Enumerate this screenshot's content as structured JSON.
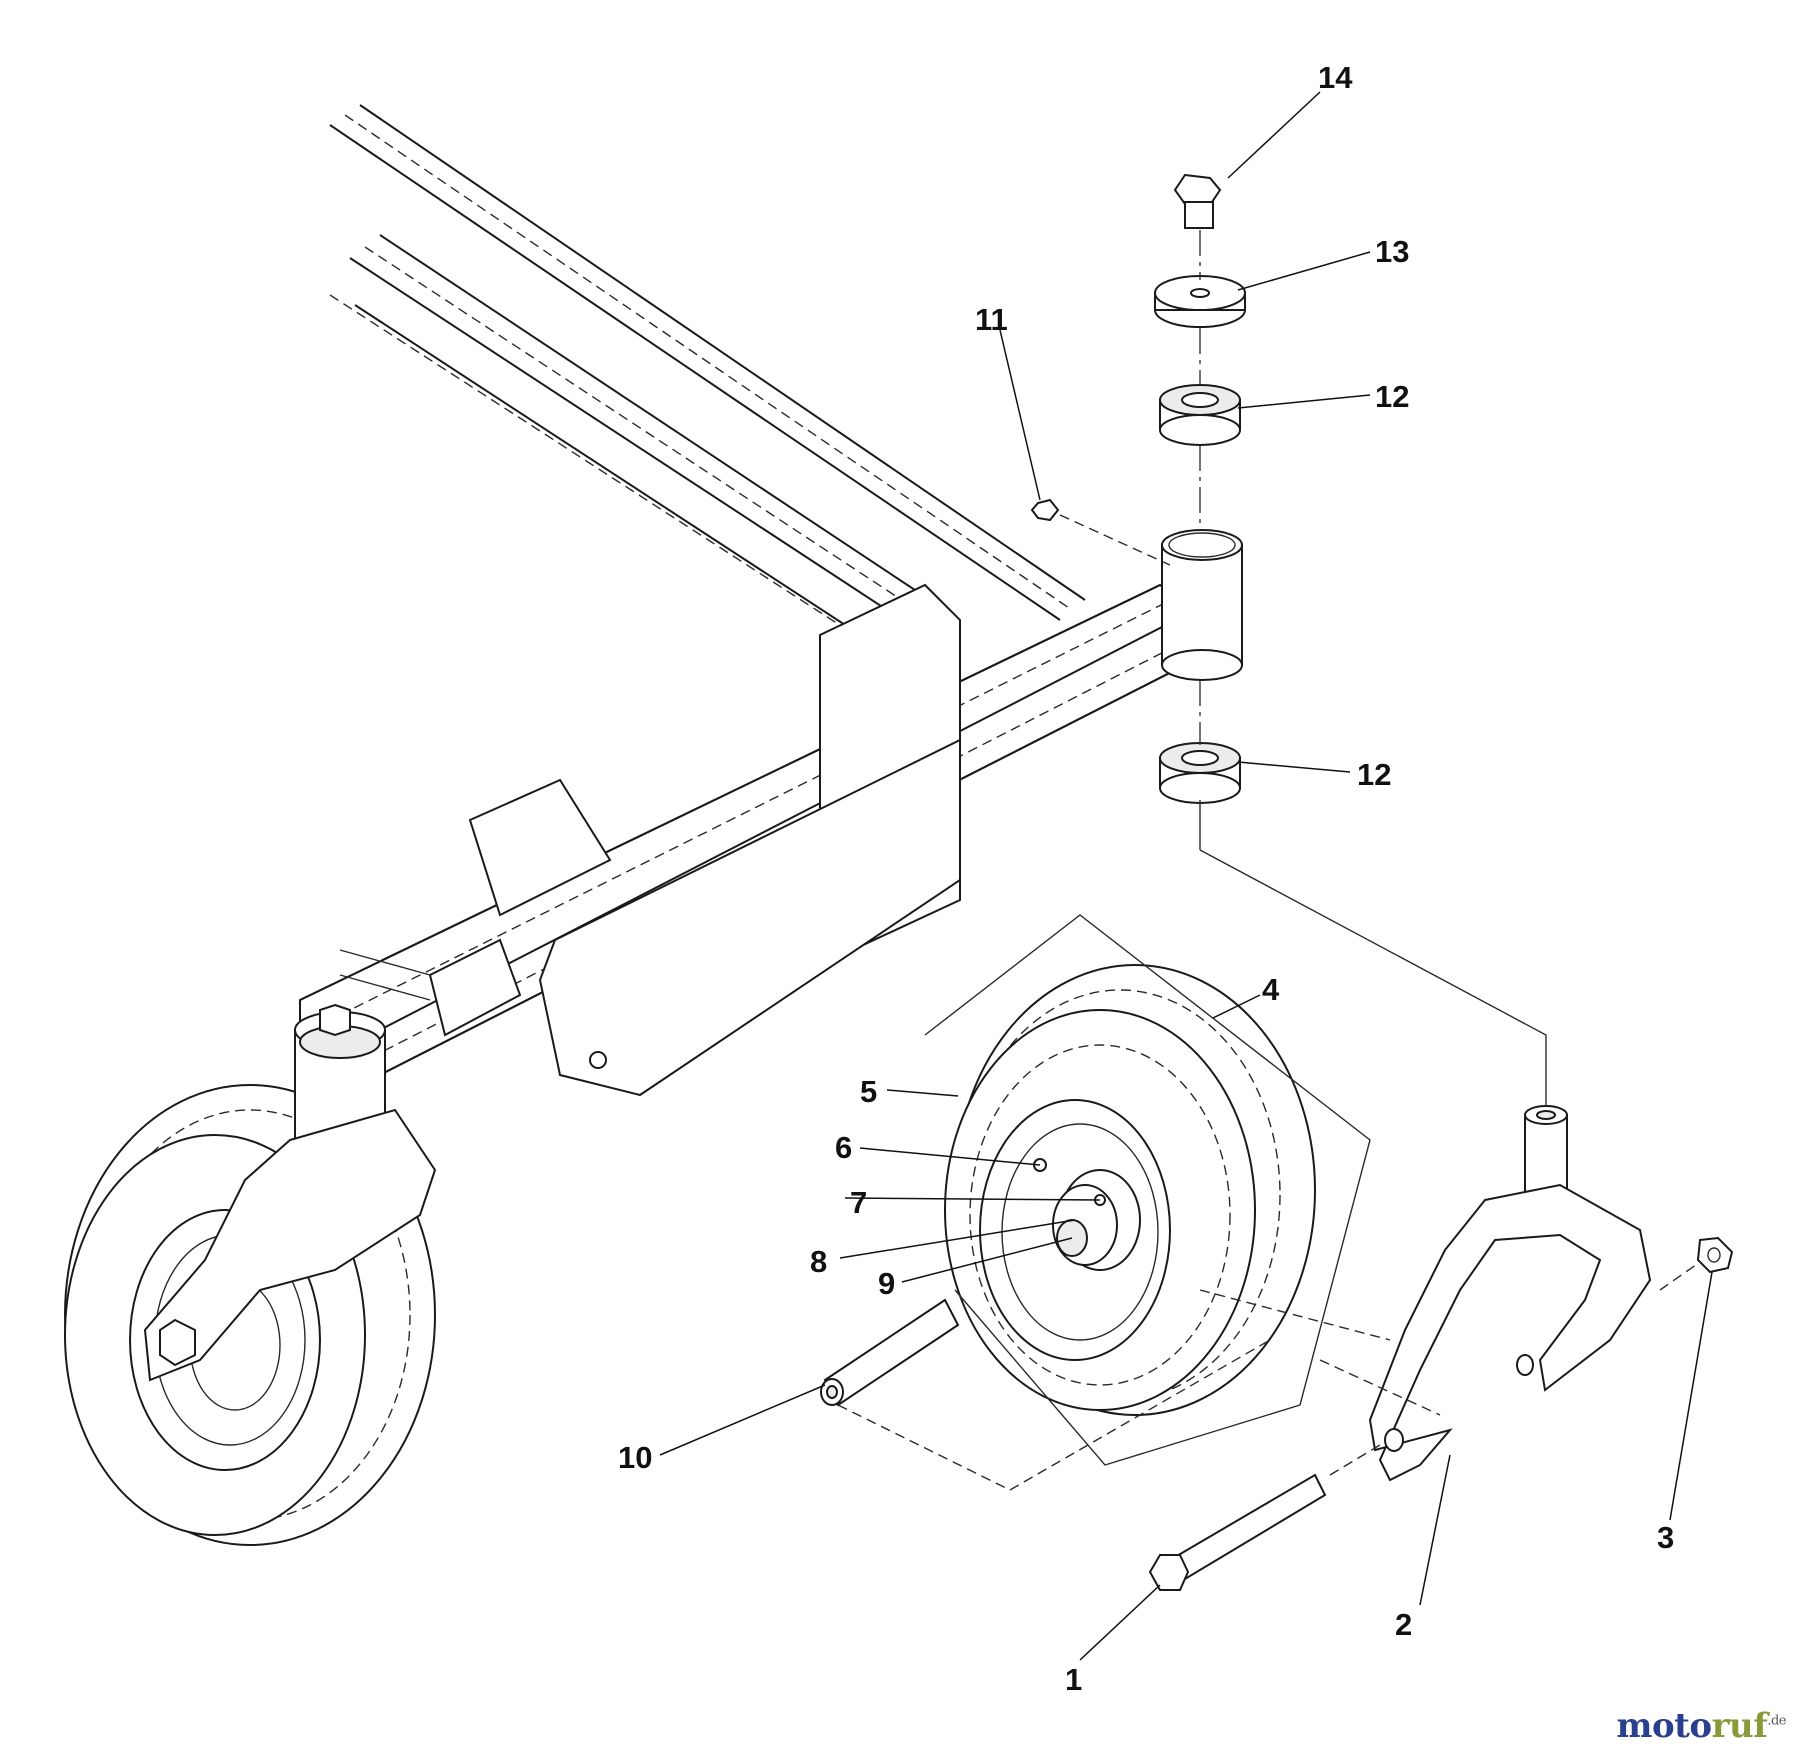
{
  "callouts": {
    "c1": "1",
    "c2": "2",
    "c3": "3",
    "c4": "4",
    "c5": "5",
    "c6": "6",
    "c7": "7",
    "c8": "8",
    "c9": "9",
    "c10": "10",
    "c11": "11",
    "c12a": "12",
    "c12b": "12",
    "c13": "13",
    "c14": "14"
  },
  "watermark": {
    "name_part1": "moto",
    "name_part2": "ruf",
    "suffix": ".de",
    "colors": {
      "primary": "#2b3f8f",
      "secondary": "#8a9a3a"
    }
  }
}
